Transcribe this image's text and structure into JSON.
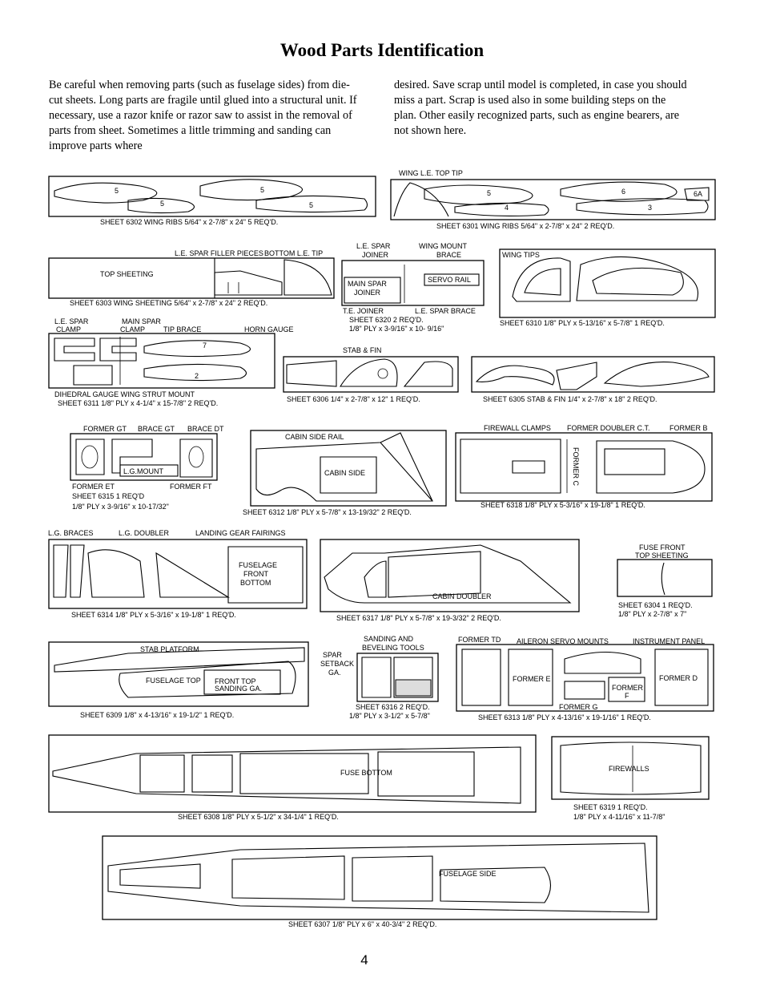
{
  "title": "Wood Parts Identification",
  "intro_left": "Be careful when removing parts (such as fuselage sides) from die-cut sheets. Long parts are fragile until glued into a structural unit. If necessary, use a razor knife or razor saw to assist in the removal of parts from sheet. Sometimes a little trimming and sanding can improve parts where",
  "intro_right": "desired. Save scrap until model is completed, in case you should miss a part. Scrap is used also in some building steps on the plan. Other easily recognized parts, such as engine bearers, are not shown here.",
  "page_number": "4",
  "sheets": {
    "s6302": {
      "caption": "SHEET 6302  WING RIBS 5/64\" x 2-7/8\" x 24\"  5 REQ'D.",
      "labels": [
        "5",
        "5",
        "5",
        "5"
      ]
    },
    "s6301": {
      "caption": "SHEET 6301  WING RIBS  5/64\" x 2-7/8\" x 24\"  2 REQ'D.",
      "labels": [
        "WING L.E. TOP TIP",
        "5",
        "4",
        "6",
        "3",
        "6A"
      ]
    },
    "s6303": {
      "caption": "SHEET 6303  WING SHEETING  5/64\" x 2-7/8\" x 24\"  2 REQ'D.",
      "labels": [
        "L.E. SPAR FILLER PIECES",
        "BOTTOM L.E. TIP",
        "TOP SHEETING"
      ]
    },
    "s6320": {
      "caption1": "SHEET 6320  2  REQ'D.",
      "caption2": "1/8\" PLY x 3-9/16\" x 10- 9/16\"",
      "labels": [
        "L.E. SPAR",
        "JOINER",
        "WING MOUNT",
        "BRACE",
        "MAIN SPAR",
        "JOINER",
        "SERVO RAIL",
        "T.E. JOINER",
        "L.E. SPAR BRACE"
      ]
    },
    "s6310": {
      "caption": "SHEET 6310   1/8\" PLY x 5-13/16\" x 5-7/8\"   1 REQ'D.",
      "labels": [
        "WING TIPS"
      ]
    },
    "s6311": {
      "caption1": "DIHEDRAL GAUGE  WING STRUT MOUNT",
      "caption2": "SHEET 6311  1/8\" PLY x 4-1/4\" x 15-7/8\"   2 REQ'D.",
      "labels": [
        "L.E. SPAR",
        "CLAMP",
        "MAIN SPAR",
        "CLAMP",
        "TIP BRACE",
        "HORN GAUGE",
        "7",
        "2"
      ]
    },
    "s6306": {
      "caption": "SHEET 6306  1/4\" x 2-7/8\" x 12\"  1 REQ'D.",
      "labels": [
        "STAB & FIN"
      ]
    },
    "s6305": {
      "caption": "SHEET 6305  STAB & FIN  1/4\" x 2-7/8\" x 18\"  2 REQ'D."
    },
    "s6315": {
      "caption1": "SHEET 6315  1 REQ'D",
      "caption2": "1/8\" PLY x 3-9/16\" x 10-17/32\"",
      "labels": [
        "FORMER GT",
        "BRACE GT",
        "BRACE DT",
        "L.G.MOUNT",
        "FORMER ET",
        "FORMER FT"
      ]
    },
    "s6312": {
      "caption": "SHEET 6312  1/8\" PLY x 5-7/8\" x 13-19/32\"  2 REQ'D.",
      "labels": [
        "CABIN SIDE RAIL",
        "CABIN SIDE"
      ]
    },
    "s6318": {
      "caption": "SHEET 6318   1/8\" PLY x 5-3/16\" x 19-1/8\"   1 REQ'D.",
      "labels": [
        "FIREWALL CLAMPS",
        "FORMER DOUBLER C.T.",
        "FORMER B",
        "FORMER C"
      ]
    },
    "s6314": {
      "caption": "SHEET  6314   1/8\" PLY x 5-3/16\" x 19-1/8\"  1 REQ'D.",
      "labels": [
        "L.G. BRACES",
        "L.G. DOUBLER",
        "LANDING GEAR FAIRINGS",
        "FUSELAGE",
        "FRONT",
        "BOTTOM"
      ]
    },
    "s6317": {
      "caption": "SHEET 6317    1/8\" PLY x 5-7/8\" x 19-3/32\"   2 REQ'D.",
      "labels": [
        "CABIN DOUBLER"
      ]
    },
    "s6304": {
      "caption1": "SHEET 6304    1 REQ'D.",
      "caption2": "1/8\" PLY x 2-7/8\" x 7\"",
      "labels": [
        "FUSE FRONT",
        "TOP SHEETING"
      ]
    },
    "s6309": {
      "caption": "SHEET   6309   1/8\" x 4-13/16\" x 19-1/2\"    1 REQ'D.",
      "labels": [
        "STAB PLATFORM",
        "FUSELAGE TOP",
        "FRONT TOP",
        "SANDING GA."
      ]
    },
    "s6316": {
      "caption1": "SHEET 6316   2 REQ'D.",
      "caption2": "1/8\" PLY x 3-1/2\" x 5-7/8\"",
      "labels": [
        "SANDING AND",
        "BEVELING TOOLS",
        "SPAR",
        "SETBACK",
        "GA."
      ]
    },
    "s6313": {
      "caption": "SHEET  6313  1/8\" PLY x 4-13/16\" x 19-1/16\"   1 REQ'D.",
      "labels": [
        "FORMER TD",
        "AILERON SERVO MOUNTS",
        "INSTRUMENT PANEL",
        "FORMER E",
        "FORMER",
        "F",
        "FORMER D",
        "FORMER G"
      ]
    },
    "s6308": {
      "caption": "SHEET  6308   1/8\" PLY x 5-1/2\" x 34-1/4\"   1 REQ'D.",
      "labels": [
        "FUSE BOTTOM"
      ]
    },
    "s6319": {
      "caption1": "SHEET 6319         1 REQ'D.",
      "caption2": "1/8\"  PLY x 4-11/16\" x 11-7/8\"",
      "labels": [
        "FIREWALLS"
      ]
    },
    "s6307": {
      "caption": "SHEET  6307   1/8\" PLY x 6\" x 40-3/4\"    2 REQ'D.",
      "labels": [
        "FUSELAGE SIDE"
      ]
    }
  }
}
